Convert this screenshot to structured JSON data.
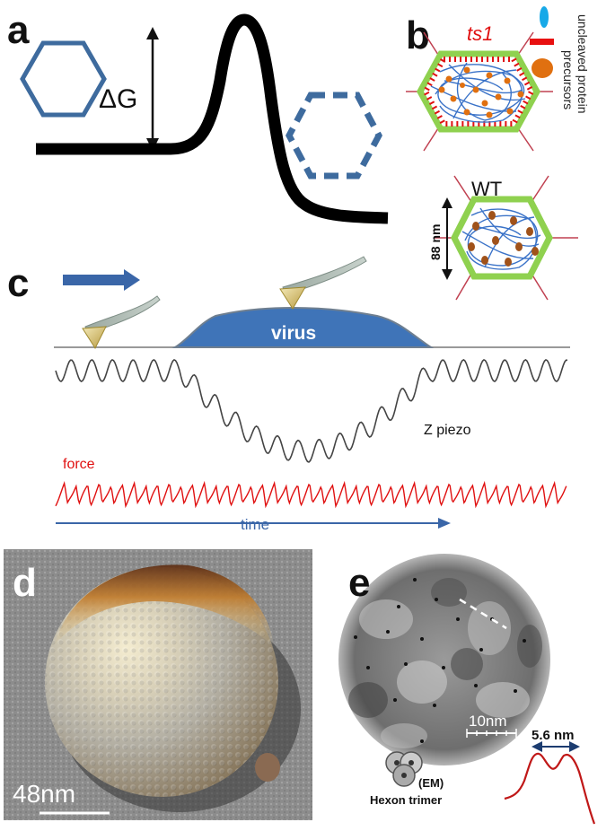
{
  "panels": {
    "a": {
      "label": "a",
      "delta_g": "ΔG"
    },
    "b": {
      "label": "b",
      "ts1": "ts1",
      "wt": "WT",
      "size": "88 nm",
      "precursor_line1": "uncleaved  protein",
      "precursor_line2": "precursors"
    },
    "c": {
      "label": "c",
      "virus": "virus",
      "z_piezo": "Z piezo",
      "force": "force",
      "time": "time"
    },
    "d": {
      "label": "d",
      "scale": "48nm"
    },
    "e": {
      "label": "e",
      "scale": "10nm",
      "peak_distance": "5.6 nm",
      "em": "(EM)",
      "hexon": "Hexon trimer"
    }
  },
  "colors": {
    "hexagon_blue": "#3e6b9e",
    "green_shell": "#8fd14f",
    "dna_blue": "#3b73c8",
    "protein_brown": "#b05a22",
    "force_red": "#e01010",
    "arrow_blue": "#3a66a8",
    "virus_blue": "#3f74b8"
  }
}
